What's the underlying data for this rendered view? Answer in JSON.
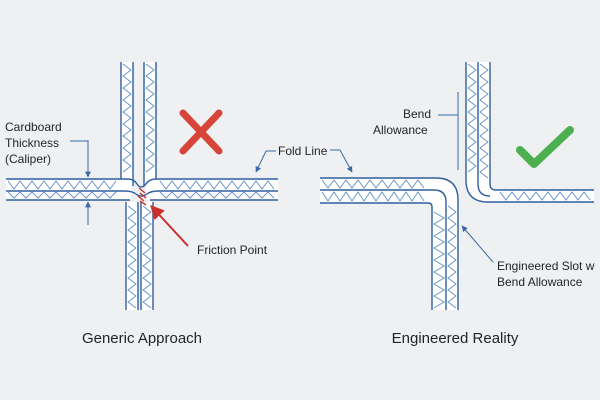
{
  "left_panel": {
    "thickness_label_lines": [
      "Cardboard",
      "Thickness",
      "(Caliper)"
    ],
    "fold_line_label": "Fold Line",
    "friction_point_label": "Friction Point",
    "caption": "Generic Approach",
    "verdict_icon": "red-x-mark-icon",
    "friction_color": "#c9302c"
  },
  "right_panel": {
    "bend_allowance_label_lines": [
      "Bend",
      "Allowance"
    ],
    "engineered_slot_label_lines": [
      "Engineered Slot w",
      "Bend Allowance"
    ],
    "caption": "Engineered Reality",
    "verdict_icon": "green-check-mark-icon",
    "check_color": "#4caf50"
  },
  "colors": {
    "background": "#eef0f2",
    "board_edge": "#2f5f9e",
    "flute": "#5f8fc8",
    "x_mark": "#d9443a"
  }
}
